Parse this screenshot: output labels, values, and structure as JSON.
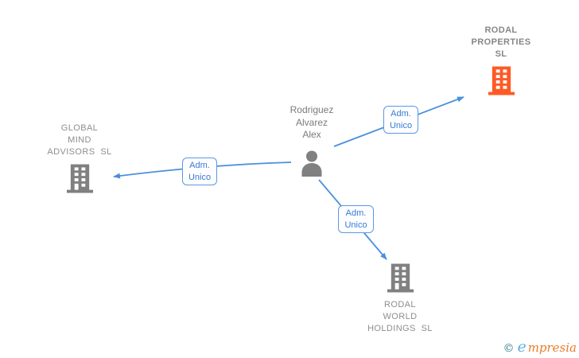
{
  "diagram": {
    "person": {
      "name": "Rodriguez\nAlvarez\nAlex"
    },
    "companies": {
      "rodal_properties": {
        "name": "RODAL\nPROPERTIES\nSL",
        "highlighted": true
      },
      "global_mind": {
        "name": "GLOBAL\nMIND\nADVISORS  SL",
        "highlighted": false
      },
      "rodal_world": {
        "name": "RODAL\nWORLD\nHOLDINGS  SL",
        "highlighted": false
      }
    },
    "edges": {
      "to_rodal_properties": {
        "label": "Adm.\nUnico"
      },
      "to_global_mind": {
        "label": "Adm.\nUnico"
      },
      "to_rodal_world": {
        "label": "Adm.\nUnico"
      }
    }
  },
  "watermark": {
    "copyright_symbol": "©",
    "brand_initial": "e",
    "brand_rest": "mpresia"
  },
  "colors": {
    "edge_blue": "#4a90dc",
    "label_blue": "#3579d8",
    "label_border": "#5b97e6",
    "icon_gray": "#808080",
    "icon_orange": "#ff5a26",
    "text_gray": "#8e8e8e",
    "watermark_teal": "#2e7f8e",
    "watermark_blue": "#5fb0dc",
    "watermark_orange": "#e87c2a"
  }
}
